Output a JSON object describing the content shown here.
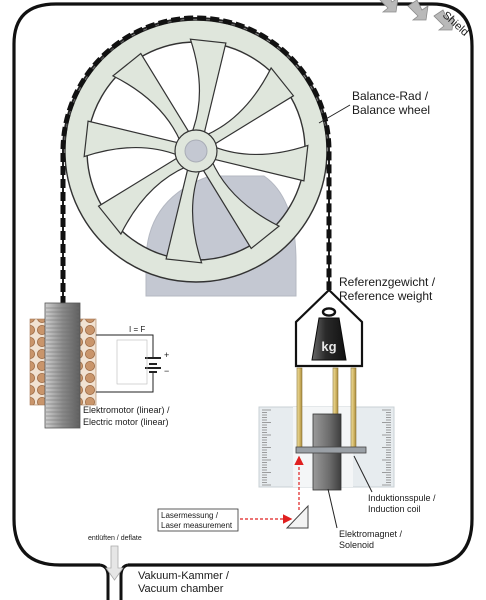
{
  "labels": {
    "shield": "Shield",
    "balance_wheel_de": "Balance-Rad /",
    "balance_wheel_en": "Balance wheel",
    "reference_weight_de": "Referenzgewicht /",
    "reference_weight_en": "Reference weight",
    "weight_mark": "kg",
    "circuit_formula": "I = F",
    "plus": "+",
    "minus": "−",
    "motor_de": "Elektromotor (linear) /",
    "motor_en": "Electric motor (linear)",
    "laser_de": "Lasermessung /",
    "laser_en": "Laser measurement",
    "coil_de": "Induktionsspule /",
    "coil_en": "Induction coil",
    "magnet_de": "Elektromagnet /",
    "magnet_en": "Solenoid",
    "deflate": "entlüften / deflate",
    "vacuum_de": "Vakuum-Kammer /",
    "vacuum_en": "Vacuum chamber"
  },
  "colors": {
    "wheel_fill": "#dfe6dc",
    "stand_fill": "#c4c8d2",
    "outline": "#222222",
    "laser": "#e02020",
    "coil_copper": "#c9956b",
    "core_grey": "#8d8d8d",
    "rod_brass": "#d9c27a",
    "chamber_line": "#111111"
  },
  "icons": [
    "shield-arrow-icon",
    "deflate-arrow-icon",
    "kilogram-weight-icon",
    "laser-prism-icon"
  ]
}
